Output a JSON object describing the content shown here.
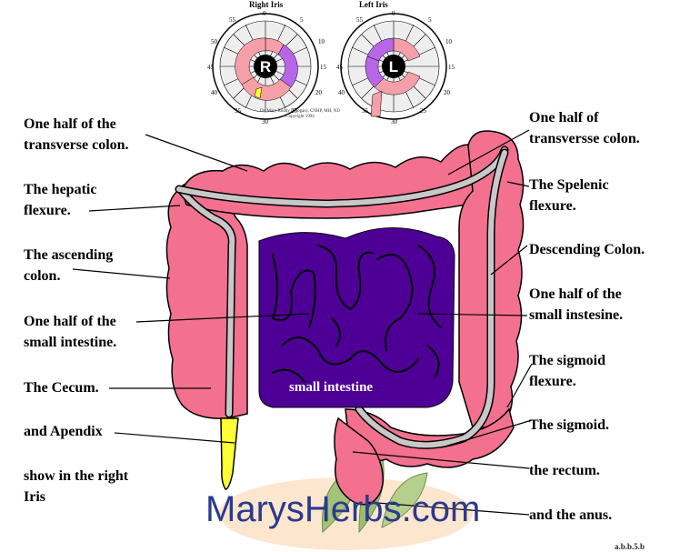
{
  "iris": {
    "right_title": "Right Iris",
    "left_title": "Left Iris",
    "right_letter": "R",
    "left_letter": "L",
    "copyright_line1": "Dr. Mary Ruddy (Grogan), CNHP, MH, ND",
    "copyright_line2": "Copyright 1994",
    "numbers_right": [
      "55",
      "0",
      "5",
      "50",
      "10",
      "45",
      "15",
      "40",
      "20",
      "35",
      "25",
      "30"
    ],
    "numbers_left": [
      "55",
      "0",
      "5",
      "10",
      "45",
      "15",
      "40",
      "20",
      "35",
      "25",
      "30"
    ]
  },
  "labels": {
    "left": [
      {
        "lines": [
          "One half of the",
          "transverse colon."
        ]
      },
      {
        "lines": [
          "The  hepatic",
          "flexure."
        ]
      },
      {
        "lines": [
          "The ascending",
          "colon."
        ]
      },
      {
        "lines": [
          "One half of the",
          "small intestine."
        ]
      },
      {
        "lines": [
          "The Cecum."
        ]
      },
      {
        "lines": [
          "and Apendix"
        ]
      },
      {
        "lines": [
          "show in the right",
          "Iris"
        ]
      }
    ],
    "right": [
      {
        "lines": [
          "One half of",
          "transversse colon."
        ]
      },
      {
        "lines": [
          "The Spelenic",
          "flexure."
        ]
      },
      {
        "lines": [
          "Descending Colon."
        ]
      },
      {
        "lines": [
          "One half of the",
          "small instesine."
        ]
      },
      {
        "lines": [
          "The sigmoid",
          "flexure."
        ]
      },
      {
        "lines": [
          "The sigmoid."
        ]
      },
      {
        "lines": [
          "the rectum."
        ]
      },
      {
        "lines": [
          "and the anus."
        ]
      }
    ],
    "center": "small intestine"
  },
  "brand": "MarysHerbs.com",
  "page_marker": "a.b.b.5.b",
  "colors": {
    "colon": "#f4708f",
    "colon_inner": "#c8c8c8",
    "small_intestine": "#4e0096",
    "appendix": "#ffff33",
    "iris_pink": "#f5a0a8",
    "iris_purple": "#b766e8",
    "brand_text": "#2c3a8c"
  }
}
